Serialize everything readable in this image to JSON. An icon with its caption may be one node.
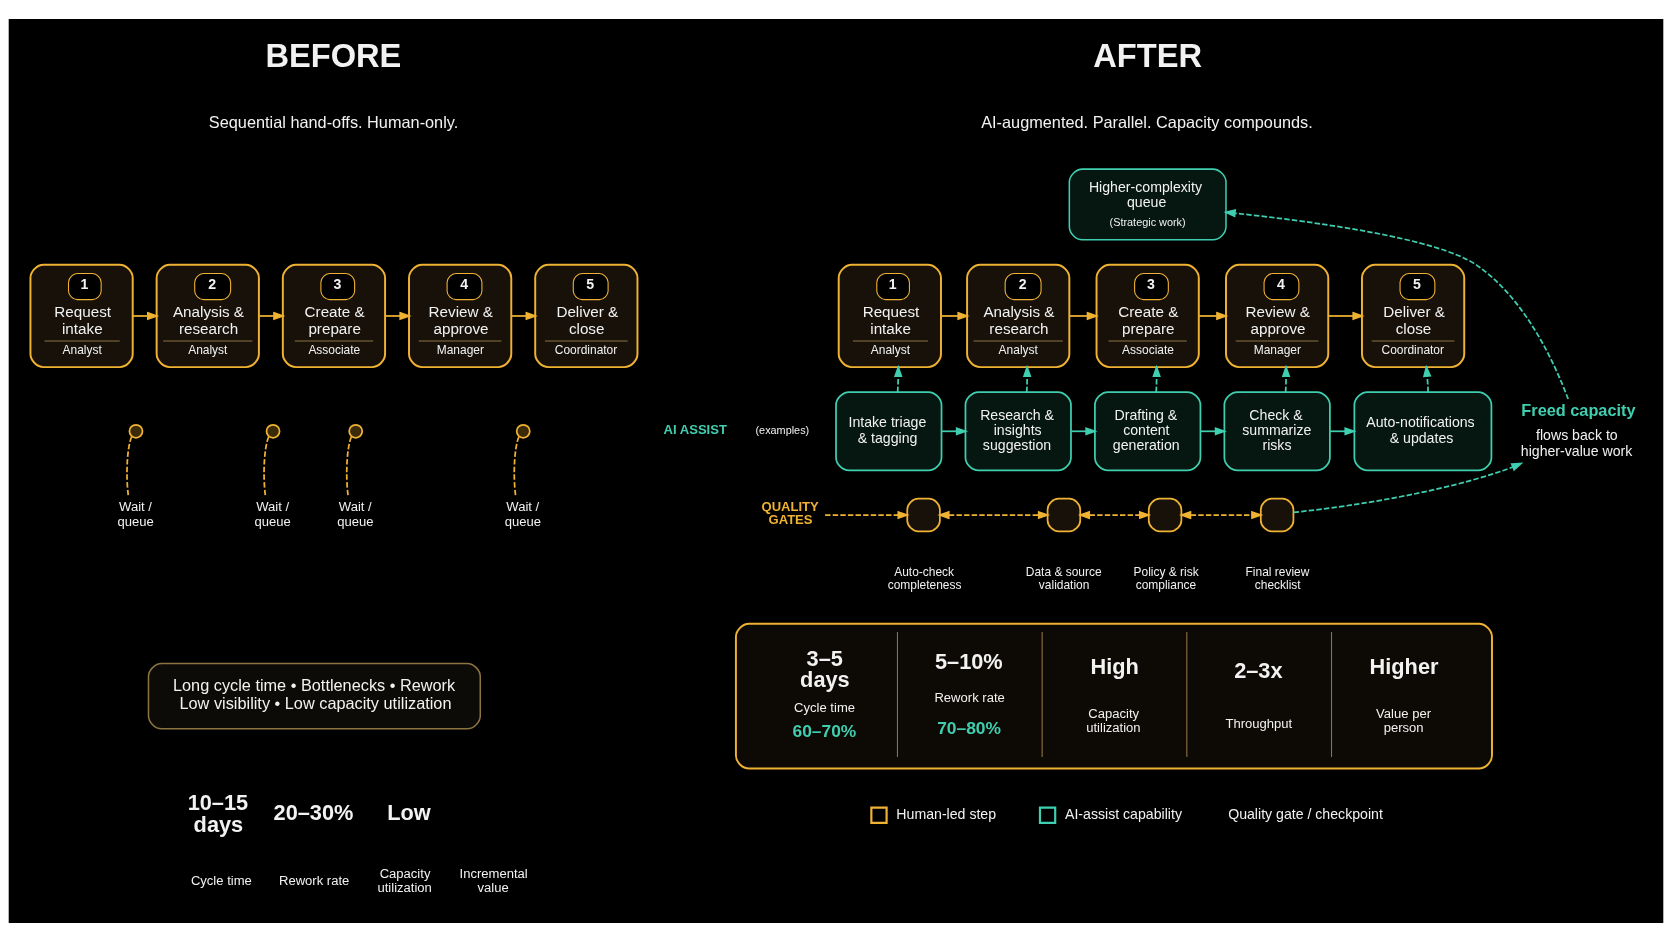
{
  "diagram": {
    "nodes": [
      {
        "text": [
          "1",
          "Request intake",
          "Analyst"
        ]
      },
      {
        "text": [
          "2",
          "Analysis & research",
          "Analyst"
        ]
      },
      {
        "text": [
          "3",
          "Create & prepare",
          "Associate"
        ]
      },
      {
        "text": [
          "4",
          "Review & approve",
          "Manager"
        ]
      },
      {
        "text": [
          "5",
          "Deliver & close",
          "Coordinator"
        ]
      },
      {
        "text": [],
        "shape": "circle"
      },
      {
        "text": [
          "Wait / queue"
        ]
      },
      {
        "text": [],
        "shape": "circle"
      },
      {
        "text": [
          "Wait / queue"
        ]
      },
      {
        "text": [],
        "shape": "circle"
      },
      {
        "text": [
          "Wait / queue"
        ]
      },
      {
        "text": [],
        "shape": "circle"
      },
      {
        "text": [
          "Wait / queue"
        ]
      },
      {
        "text": [
          "Long cycle time • Bottlenecks • Rework Low visibility • Low capacity utilization"
        ]
      },
      {
        "text": [
          "Higher-complexity queue",
          "(Strategic work)"
        ]
      },
      {
        "text": [
          "1",
          "Request intake",
          "Analyst"
        ]
      },
      {
        "text": [
          "2",
          "Analysis & research",
          "Analyst"
        ]
      },
      {
        "text": [
          "3",
          "Create & prepare",
          "Associate"
        ]
      },
      {
        "text": [
          "4",
          "Review & approve",
          "Manager"
        ]
      },
      {
        "text": [
          "5",
          "Deliver & close",
          "Coordinator"
        ]
      },
      {
        "text": [
          "Intake triage & tagging"
        ]
      },
      {
        "text": [
          "Research & insights suggestion"
        ]
      },
      {
        "text": [
          "Drafting & content generation"
        ]
      },
      {
        "text": [
          "Check & summarize risks"
        ]
      },
      {
        "text": [
          "Auto-notifications & updates"
        ]
      },
      {
        "text": [
          "Freed capacity",
          "flows back to higher-value work"
        ]
      },
      {
        "text": [
          "QUALITY GATES"
        ]
      },
      {
        "text": [],
        "shape": "box",
        "beside": [
          "Auto-check completeness"
        ]
      },
      {
        "text": [],
        "shape": "box",
        "beside": [
          "Data & source validation"
        ]
      },
      {
        "text": [],
        "shape": "box",
        "beside": [
          "Policy & risk compliance"
        ]
      },
      {
        "text": [],
        "shape": "box",
        "beside": [
          "Final review checklist"
        ]
      },
      {
        "text": [
          "3–5 days",
          "Cycle time",
          "60–70%",
          "5–10%",
          "Rework rate",
          "70–80%",
          "High",
          "Capacity utilization",
          "2–3x",
          "Throughput",
          "Higher",
          "Value per person"
        ]
      }
    ],
    "edges": [
      {
        "from": 0,
        "to": 1,
        "arrow": "to"
      },
      {
        "from": 1,
        "to": 2,
        "arrow": "to"
      },
      {
        "from": 2,
        "to": 3,
        "arrow": "to"
      },
      {
        "from": 3,
        "to": 4,
        "arrow": "to"
      },
      {
        "from": 5,
        "to": 6,
        "arrow": "none",
        "style": "dashed"
      },
      {
        "from": 7,
        "to": 8,
        "arrow": "none",
        "style": "dashed"
      },
      {
        "from": 9,
        "to": 10,
        "arrow": "none",
        "style": "dashed"
      },
      {
        "from": 11,
        "to": 12,
        "arrow": "none",
        "style": "dashed"
      },
      {
        "from": 15,
        "to": 16,
        "arrow": "to"
      },
      {
        "from": 16,
        "to": 17,
        "arrow": "to"
      },
      {
        "from": 17,
        "to": 18,
        "arrow": "to"
      },
      {
        "from": 18,
        "to": 19,
        "arrow": "to"
      },
      {
        "from": 20,
        "to": 15,
        "arrow": "to",
        "style": "dashed",
        "color": "#3fcfb0"
      },
      {
        "from": 21,
        "to": 16,
        "arrow": "to",
        "style": "dashed",
        "color": "#3fcfb0"
      },
      {
        "from": 22,
        "to": 17,
        "arrow": "to",
        "style": "dashed",
        "color": "#3fcfb0"
      },
      {
        "from": 23,
        "to": 18,
        "arrow": "to",
        "style": "dashed",
        "color": "#3fcfb0"
      },
      {
        "from": 24,
        "to": 19,
        "arrow": "to",
        "style": "dashed",
        "color": "#3fcfb0"
      },
      {
        "from": 20,
        "to": 21,
        "arrow": "to",
        "color": "#3fcfb0"
      },
      {
        "from": 21,
        "to": 22,
        "arrow": "to",
        "color": "#3fcfb0"
      },
      {
        "from": 22,
        "to": 23,
        "arrow": "to",
        "color": "#3fcfb0"
      },
      {
        "from": 23,
        "to": 24,
        "arrow": "to",
        "color": "#3fcfb0"
      },
      {
        "from": 26,
        "to": 27,
        "arrow": "to",
        "style": "dashed"
      },
      {
        "from": 27,
        "to": 28,
        "arrow": "both",
        "style": "dashed"
      },
      {
        "from": 28,
        "to": 29,
        "arrow": "both",
        "style": "dashed"
      },
      {
        "from": 29,
        "to": 30,
        "arrow": "both",
        "style": "dashed"
      },
      {
        "from": 30,
        "to": 25,
        "arrow": "to",
        "style": "dashed",
        "color": "#3fcfb0"
      },
      {
        "from": 25,
        "to": 14,
        "arrow": "to",
        "style": "dashed",
        "color": "#3fcfb0"
      }
    ],
    "labels": [
      "BEFORE",
      "Sequential hand-offs. Human-only.",
      "AFTER",
      "AI-augmented. Parallel. Capacity compounds.",
      "AI ASSIST",
      "(examples)",
      "10–15 days",
      "Cycle time",
      "20–30%",
      "Rework rate",
      "Low",
      "Capacity utilization",
      "Incremental value"
    ],
    "legend": [
      {
        "text": "Human-led step",
        "color": "#f0b232"
      },
      {
        "text": "AI-assist capability",
        "color": "#3fcfb0"
      },
      {
        "text": "Quality gate / checkpoint"
      }
    ]
  }
}
